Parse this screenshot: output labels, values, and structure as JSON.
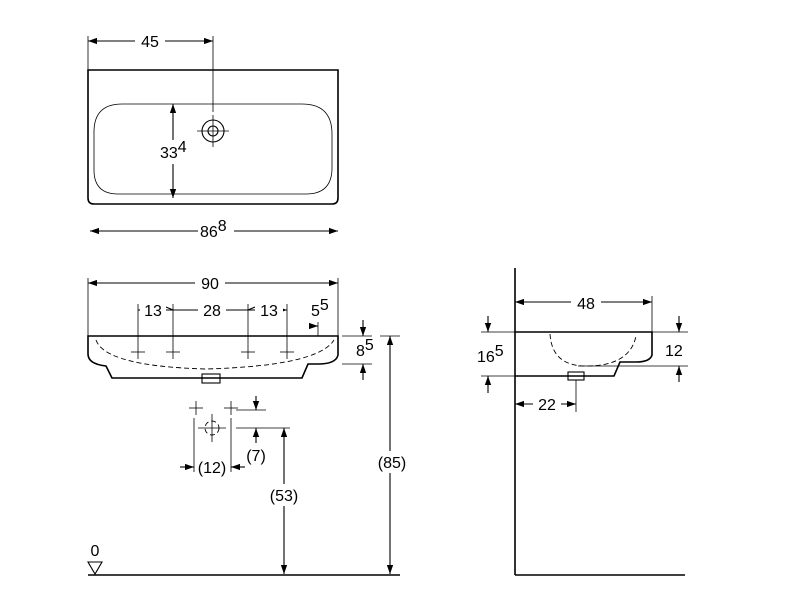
{
  "top_view": {
    "dim_tap_offset": "45",
    "dim_depth_main": "33",
    "dim_depth_sup": "4",
    "dim_bowl_width_main": "86",
    "dim_bowl_width_sup": "8"
  },
  "front_view": {
    "dim_total_width": "90",
    "dim_hole_1": "13",
    "dim_hole_2": "28",
    "dim_hole_3": "13",
    "dim_edge_main": "5",
    "dim_edge_sup": "5",
    "dim_rim_main": "8",
    "dim_rim_sup": "5",
    "dim_height_total": "(85)",
    "dim_drain_height": "(53)",
    "dim_drain_offset": "(7)",
    "dim_drain_spacing": "(12)",
    "floor_label": "0"
  },
  "side_view": {
    "dim_projection": "48",
    "dim_height_left_main": "16",
    "dim_height_left_sup": "5",
    "dim_height_right": "12",
    "dim_drain_distance": "22"
  }
}
